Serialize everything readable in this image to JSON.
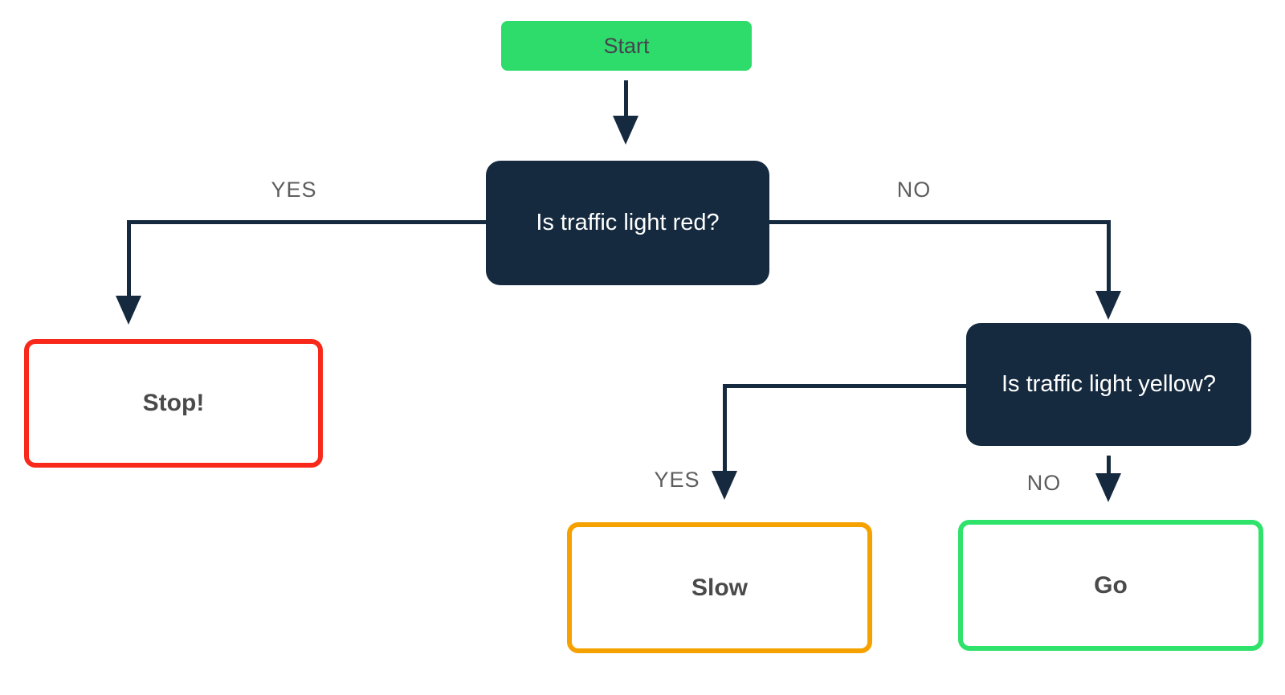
{
  "nodes": {
    "start": {
      "label": "Start",
      "fill": "#2EDC6B",
      "text_color": "#45454E"
    },
    "question_red": {
      "label": "Is traffic light red?",
      "fill": "#152A3E",
      "text_color": "#FFFFFF"
    },
    "stop": {
      "label": "Stop!",
      "border_color": "#F8291A",
      "text_color": "#4A4A4A"
    },
    "question_yellow": {
      "label": "Is traffic light yellow?",
      "fill": "#152A3E",
      "text_color": "#FFFFFF"
    },
    "slow": {
      "label": "Slow",
      "border_color": "#F5A200",
      "text_color": "#4A4A4A"
    },
    "go": {
      "label": "Go",
      "border_color": "#2EE26A",
      "text_color": "#4A4A4A"
    }
  },
  "edges": {
    "start_to_red": {
      "label": ""
    },
    "red_yes": {
      "label": "YES"
    },
    "red_no": {
      "label": "NO"
    },
    "yellow_yes": {
      "label": "YES"
    },
    "yellow_no": {
      "label": "NO"
    }
  },
  "colors": {
    "connector_navy": "#152A3E",
    "edge_label_gray": "#5E5E5E",
    "background": "#FFFFFF"
  }
}
